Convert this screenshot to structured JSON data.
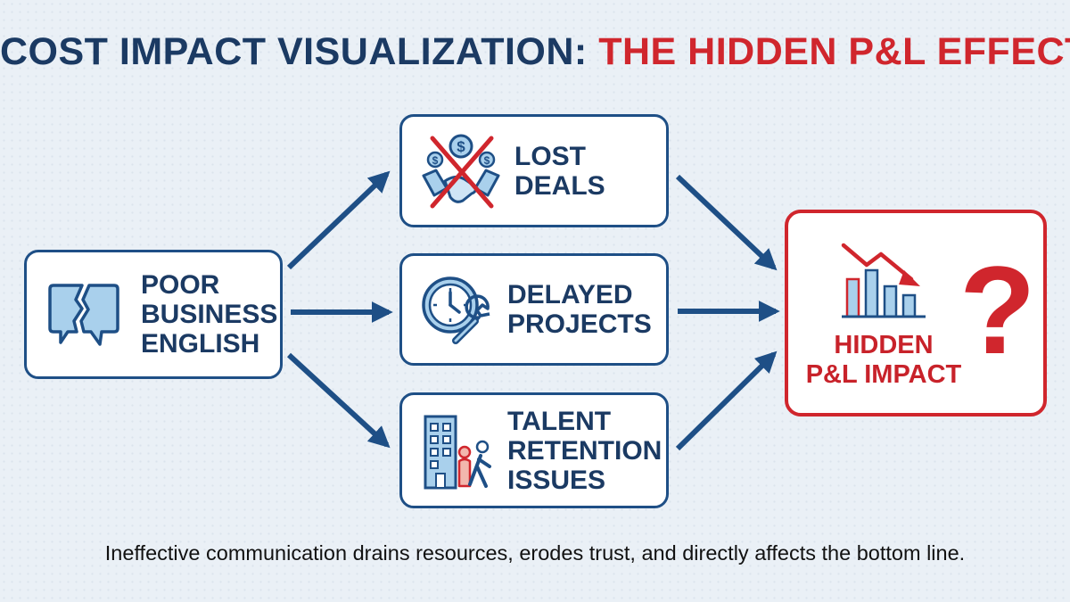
{
  "title": {
    "part1": "COST IMPACT VISUALIZATION: ",
    "part2": "THE HIDDEN P&L EFFECT"
  },
  "nodes": {
    "source": {
      "label": "POOR\nBUSINESS\nENGLISH",
      "icon": "broken-speech-bubble-icon"
    },
    "lost_deals": {
      "label": "LOST DEALS",
      "icon": "crossed-out-handshake-icon"
    },
    "delayed_projects": {
      "label": "DELAYED\nPROJECTS",
      "icon": "clock-wrench-icon"
    },
    "talent_retention": {
      "label": "TALENT\nRETENTION\nISSUES",
      "icon": "office-leaving-person-icon"
    },
    "result": {
      "label": "HIDDEN\nP&L IMPACT",
      "icon": "declining-chart-icon",
      "symbol": "?"
    }
  },
  "caption": "Ineffective communication drains resources, erodes trust, and directly affects the bottom line.",
  "colors": {
    "navy": "#1b3a63",
    "blue_border": "#1e4f86",
    "red": "#d0262d",
    "icon_fill": "#a9d0ec",
    "background": "#eaf0f6"
  }
}
